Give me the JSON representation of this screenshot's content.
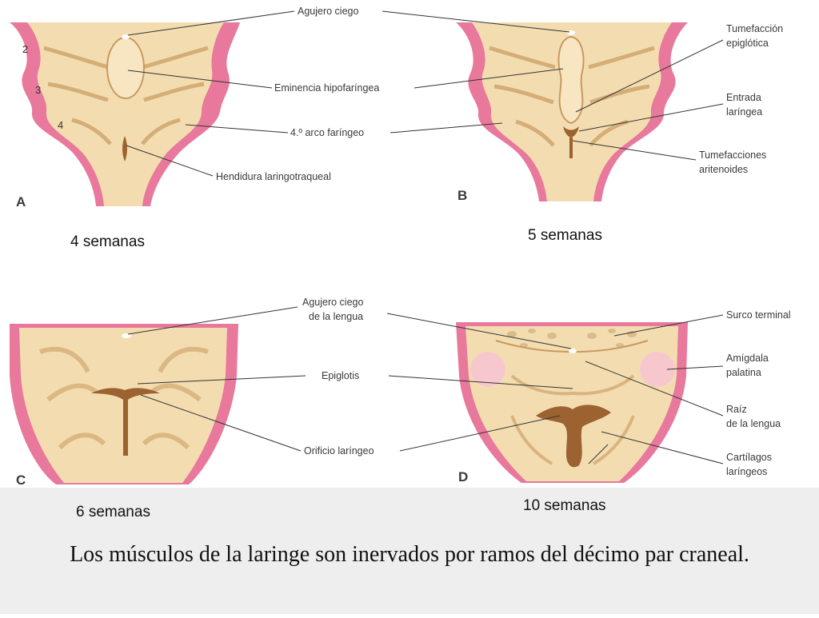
{
  "panels": {
    "A": {
      "letter": "A",
      "week": "4 semanas",
      "arches": [
        "2",
        "3",
        "4"
      ]
    },
    "B": {
      "letter": "B",
      "week": "5 semanas"
    },
    "C": {
      "letter": "C",
      "week": "6 semanas"
    },
    "D": {
      "letter": "D",
      "week": "10 semanas"
    }
  },
  "labels_top": {
    "agujero_ciego": "Agujero ciego",
    "eminencia": "Eminencia hipofaríngea",
    "arco": "4.º arco faríngeo",
    "hendidura": "Hendidura laringotraqueal",
    "tumefaccion_1": "Tumefacción",
    "tumefaccion_2": "epiglótica",
    "entrada_1": "Entrada",
    "entrada_2": "laríngea",
    "aritenoides_1": "Tumefacciones",
    "aritenoides_2": "aritenoides"
  },
  "labels_bottom": {
    "agujero_1": "Agujero ciego",
    "agujero_2": "de la lengua",
    "epiglotis": "Epiglotis",
    "orificio": "Orificio laríngeo",
    "surco": "Surco terminal",
    "amigdala_1": "Amígdala",
    "amigdala_2": "palatina",
    "raiz_1": "Raíz",
    "raiz_2": "de la lengua",
    "cartilagos_1": "Cartílagos",
    "cartilagos_2": "laríngeos"
  },
  "caption": "Los músculos de la laringe son inervados por ramos del décimo par craneal.",
  "colors": {
    "pink": "#e8799c",
    "tissue": "#f3ddb0",
    "groove": "#c89a5f",
    "opening": "#9c6230"
  }
}
